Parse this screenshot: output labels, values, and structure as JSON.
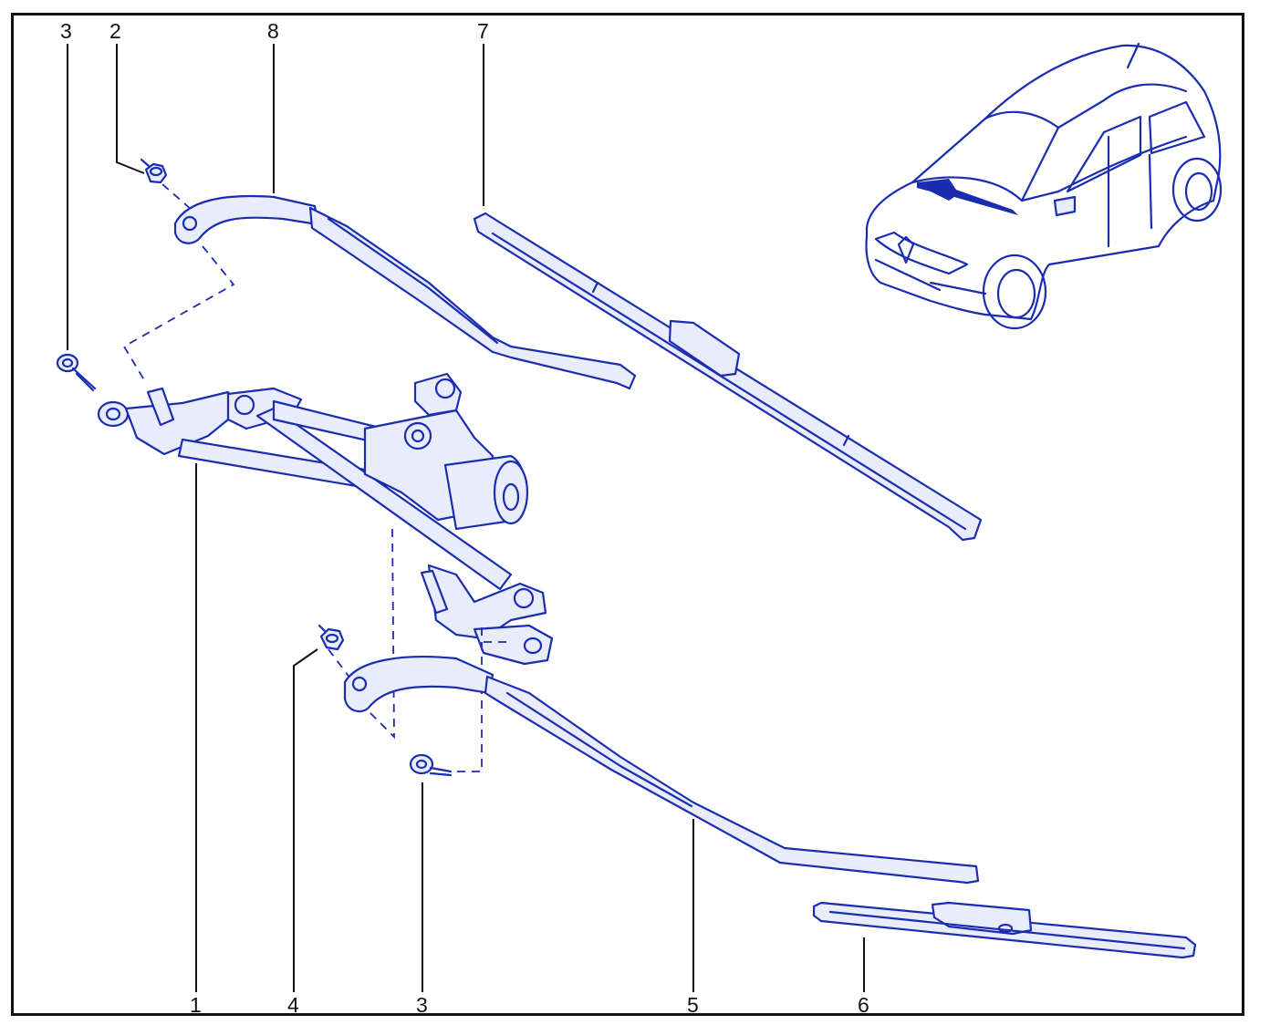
{
  "callouts": {
    "c1": "1",
    "c2": "2",
    "c3_top": "3",
    "c3_bottom": "3",
    "c4": "4",
    "c5": "5",
    "c6": "6",
    "c7": "7",
    "c8": "8"
  },
  "colors": {
    "line": "#1a2db0",
    "frame": "#111111",
    "part_fill": "#e8ecfb"
  }
}
